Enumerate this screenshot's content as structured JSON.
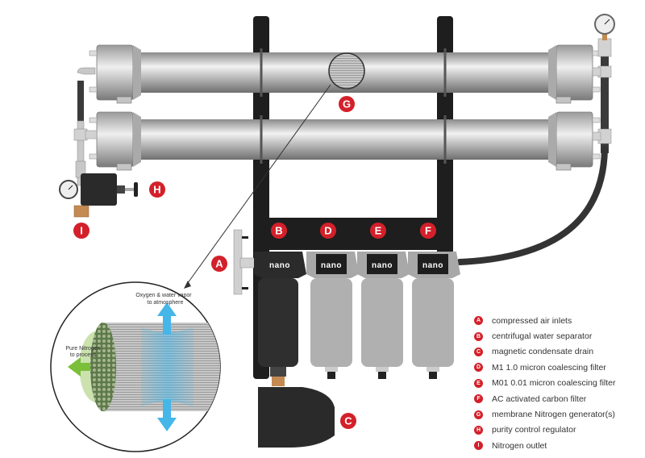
{
  "diagram": {
    "title": "Nitrogen generator system components",
    "brand_label": "nano",
    "badges": {
      "A": "A",
      "B": "B",
      "C": "C",
      "D": "D",
      "E": "E",
      "F": "F",
      "G": "G",
      "H": "H",
      "I": "I"
    },
    "callout": {
      "top_label_line1": "Oxygen & water vapor",
      "top_label_line2": "to atmosphere",
      "left_label_line1": "Pure Nitrogen",
      "left_label_line2": "to process"
    },
    "colors": {
      "badge_red": "#d3202a",
      "frame_black": "#1e1e1e",
      "tube_gray": "#b9b9b9",
      "filter_gray": "#a8a8a8",
      "oxygen_arrow_blue": "#45b6e8",
      "nitrogen_arrow_green": "#7bbf3a",
      "brass": "#c48a52"
    }
  },
  "legend": {
    "items": [
      {
        "key": "A",
        "label": "compressed air inlets"
      },
      {
        "key": "B",
        "label": "centrifugal water separator"
      },
      {
        "key": "C",
        "label": "magnetic condensate drain"
      },
      {
        "key": "D",
        "label": "M1 1.0 micron coalescing filter"
      },
      {
        "key": "E",
        "label": "M01 0.01 micron coalescing filter"
      },
      {
        "key": "F",
        "label": "AC activated carbon filter"
      },
      {
        "key": "G",
        "label": "membrane Nitrogen generator(s)"
      },
      {
        "key": "H",
        "label": "purity control regulator"
      },
      {
        "key": "I",
        "label": "Nitrogen outlet"
      }
    ]
  }
}
